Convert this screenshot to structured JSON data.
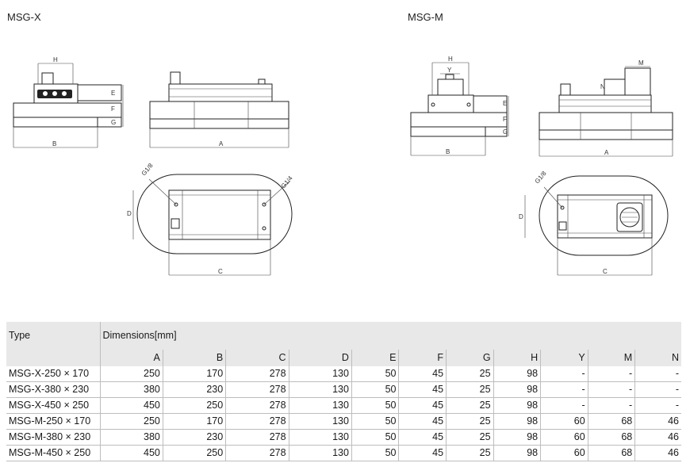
{
  "titles": {
    "left": "MSG-X",
    "right": "MSG-M"
  },
  "drawing_labels": {
    "H": "H",
    "Y": "Y",
    "M": "M",
    "B": "B",
    "A": "A",
    "C": "C",
    "D": "D",
    "E": "E",
    "F": "F",
    "G": "G",
    "N": "N",
    "g18": "G1/8",
    "g14": "G1/4"
  },
  "table": {
    "type_header": "Type",
    "dims_header": "Dimensions[mm]",
    "columns": [
      "A",
      "B",
      "C",
      "D",
      "E",
      "F",
      "G",
      "H",
      "Y",
      "M",
      "N"
    ],
    "rows": [
      {
        "type": "MSG-X-250 × 170",
        "values": [
          "250",
          "170",
          "278",
          "130",
          "50",
          "45",
          "25",
          "98",
          "-",
          "-",
          "-"
        ]
      },
      {
        "type": "MSG-X-380 × 230",
        "values": [
          "380",
          "230",
          "278",
          "130",
          "50",
          "45",
          "25",
          "98",
          "-",
          "-",
          "-"
        ]
      },
      {
        "type": "MSG-X-450 × 250",
        "values": [
          "450",
          "250",
          "278",
          "130",
          "50",
          "45",
          "25",
          "98",
          "-",
          "-",
          "-"
        ]
      },
      {
        "type": "MSG-M-250 × 170",
        "values": [
          "250",
          "170",
          "278",
          "130",
          "50",
          "45",
          "25",
          "98",
          "60",
          "68",
          "46"
        ]
      },
      {
        "type": "MSG-M-380 × 230",
        "values": [
          "380",
          "230",
          "278",
          "130",
          "50",
          "45",
          "25",
          "98",
          "60",
          "68",
          "46"
        ]
      },
      {
        "type": "MSG-M-450 × 250",
        "values": [
          "450",
          "250",
          "278",
          "130",
          "50",
          "45",
          "25",
          "98",
          "60",
          "68",
          "46"
        ]
      }
    ]
  }
}
